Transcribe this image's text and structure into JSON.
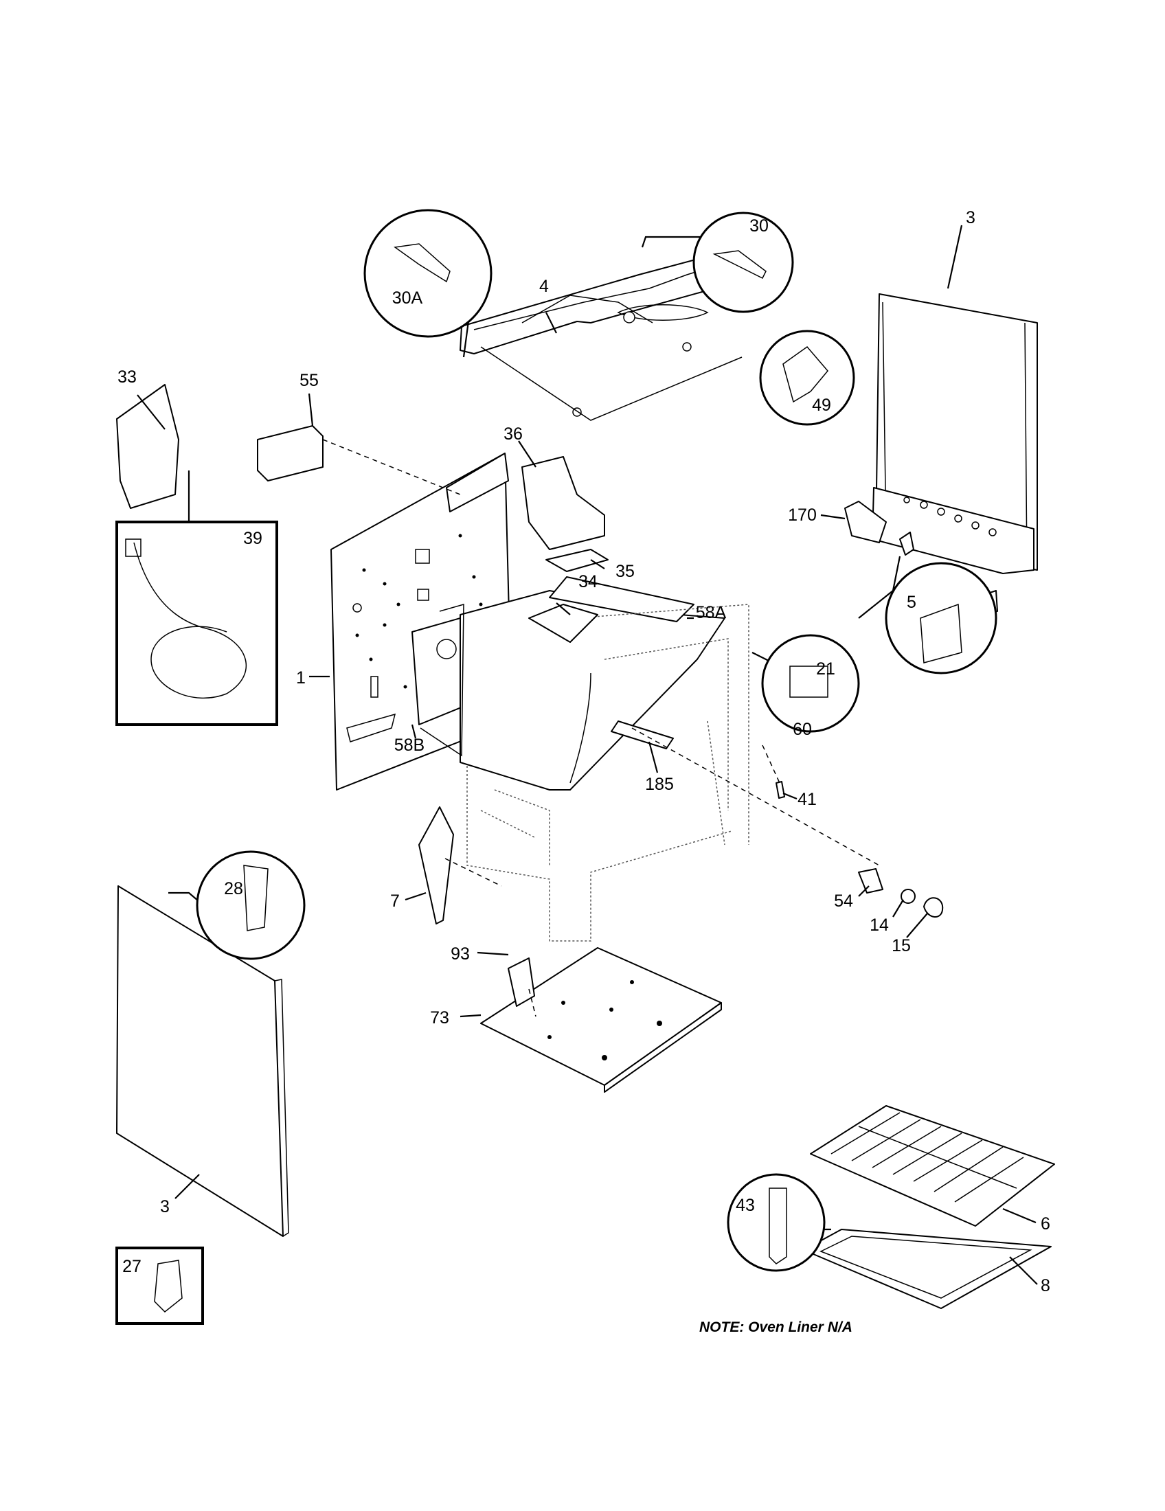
{
  "parts": [
    {
      "id": "p3r",
      "label": "3"
    },
    {
      "id": "p30a",
      "label": "30A"
    },
    {
      "id": "p30",
      "label": "30"
    },
    {
      "id": "p4",
      "label": "4"
    },
    {
      "id": "p33",
      "label": "33"
    },
    {
      "id": "p55",
      "label": "55"
    },
    {
      "id": "p49",
      "label": "49"
    },
    {
      "id": "p36",
      "label": "36"
    },
    {
      "id": "p39",
      "label": "39"
    },
    {
      "id": "p170",
      "label": "170"
    },
    {
      "id": "p35",
      "label": "35"
    },
    {
      "id": "p34",
      "label": "34"
    },
    {
      "id": "p5",
      "label": "5"
    },
    {
      "id": "p58a",
      "label": "58A"
    },
    {
      "id": "p21",
      "label": "21"
    },
    {
      "id": "p1",
      "label": "1"
    },
    {
      "id": "p60",
      "label": "60"
    },
    {
      "id": "p58b",
      "label": "58B"
    },
    {
      "id": "p185",
      "label": "185"
    },
    {
      "id": "p41",
      "label": "41"
    },
    {
      "id": "p28",
      "label": "28"
    },
    {
      "id": "p7",
      "label": "7"
    },
    {
      "id": "p54",
      "label": "54"
    },
    {
      "id": "p14",
      "label": "14"
    },
    {
      "id": "p15",
      "label": "15"
    },
    {
      "id": "p93",
      "label": "93"
    },
    {
      "id": "p73",
      "label": "73"
    },
    {
      "id": "p3l",
      "label": "3"
    },
    {
      "id": "p43",
      "label": "43"
    },
    {
      "id": "p6",
      "label": "6"
    },
    {
      "id": "p27",
      "label": "27"
    },
    {
      "id": "p8",
      "label": "8"
    }
  ],
  "note": "NOTE: Oven Liner N/A"
}
